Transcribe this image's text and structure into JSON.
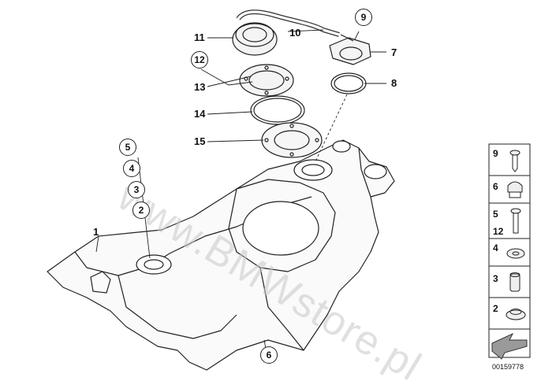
{
  "watermark": "www.BMWstore.pl",
  "diagram_code": "00159778",
  "callouts": {
    "c1": "1",
    "c2": "2",
    "c3": "3",
    "c4": "4",
    "c5": "5",
    "c6": "6",
    "c7": "7",
    "c8": "8",
    "c9": "9",
    "c10": "10",
    "c11": "11",
    "c12": "12",
    "c13": "13",
    "c14": "14",
    "c15": "15"
  },
  "parts_panel": {
    "p9": "9",
    "p6": "6",
    "p5": "5",
    "p12": "12",
    "p4": "4",
    "p3": "3",
    "p2": "2"
  },
  "colors": {
    "line": "#222222",
    "watermark": "#c8c8c8",
    "arrow_fill": "#9a9a9a"
  }
}
